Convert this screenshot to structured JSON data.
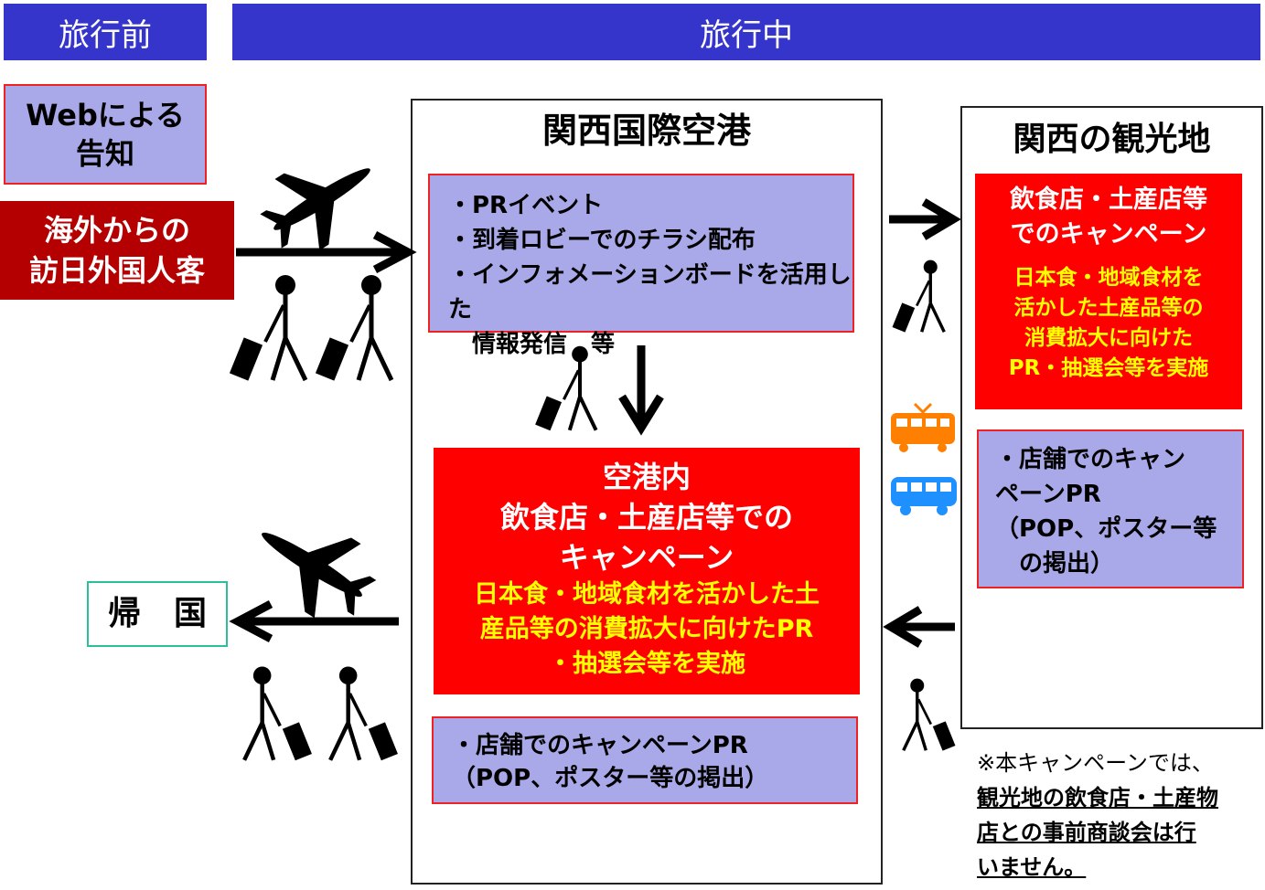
{
  "headers": {
    "before": "旅行前",
    "during": "旅行中"
  },
  "web_notice": [
    "Webによる",
    "告知"
  ],
  "visitors": [
    "海外からの",
    "訪日外国人客"
  ],
  "return_home": "帰　国",
  "airport": {
    "title": "関西国際空港",
    "info_box": [
      "・PRイベント",
      "・到着ロビーでのチラシ配布",
      "・インフォメーションボードを活用した",
      "　情報発信　等"
    ],
    "campaign": {
      "heading": [
        "空港内",
        "飲食店・土産店等での",
        "キャンペーン"
      ],
      "detail": [
        "日本食・地域食材を活かした土",
        "産品等の消費拡大に向けたPR",
        "・抽選会等を実施"
      ]
    },
    "store_pr": [
      "・店舗でのキャンペーンPR",
      "（POP、ポスター等の掲出）"
    ]
  },
  "sightseeing": {
    "title": "関西の観光地",
    "campaign": {
      "heading": [
        "飲食店・土産店等",
        "でのキャンペーン"
      ],
      "detail": [
        "日本食・地域食材を",
        "活かした土産品等の",
        "消費拡大に向けた",
        "PR・抽選会等を実施"
      ]
    },
    "store_pr": [
      "・店舗でのキャン",
      "ペーンPR",
      "（POP、ポスター等",
      "　の掲出）"
    ]
  },
  "note": {
    "line1": "※本キャンペーンでは、",
    "underlined": [
      "観光地の飲食店・土産物",
      "店との事前商談会は行",
      "いません。"
    ]
  },
  "icons": [
    "airplane-icon",
    "traveler-icon",
    "train-icon",
    "bus-icon",
    "arrow-icon"
  ],
  "colors": {
    "header": "#3535cc",
    "lavender": "#a9a9e9",
    "red": "#ff0000",
    "dark_red": "#b40000",
    "yellow_text": "#ffff00",
    "orange": "#ff7f00",
    "blue": "#1e90ff",
    "teal_border": "#2bbf9f"
  }
}
